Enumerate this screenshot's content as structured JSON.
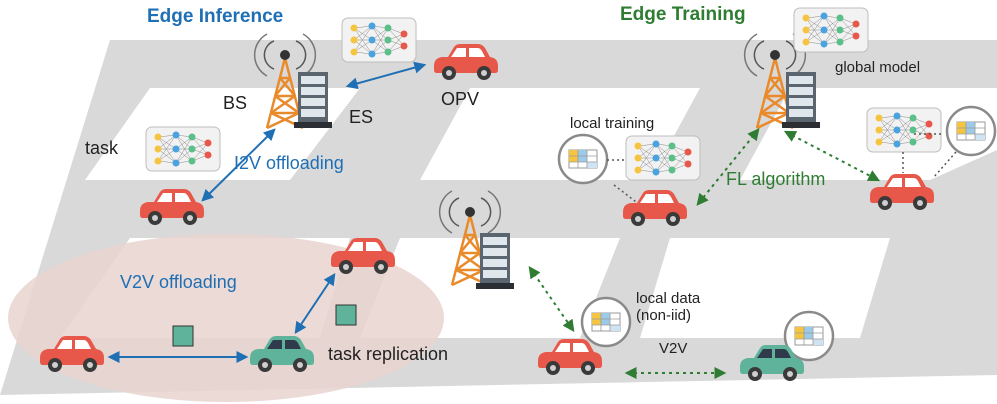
{
  "edge_inference": {
    "title": "Edge Inference",
    "labels": {
      "bs": "BS",
      "es": "ES",
      "opv": "OPV",
      "task": "task",
      "i2v_offloading": "I2V offloading",
      "v2v_offloading": "V2V offloading",
      "task_replication": "task replication"
    }
  },
  "edge_training": {
    "title": "Edge Training",
    "labels": {
      "global_model": "global model",
      "local_training": "local training",
      "fl_algorithm": "FL algorithm",
      "local_data": "local data",
      "non_iid": "(non-iid)",
      "v2v": "V2V"
    }
  },
  "colors": {
    "inference_accent": "#1f6fb5",
    "training_accent": "#2e7d32",
    "road": "#d9d9d9",
    "car_red": "#e8584a",
    "car_green": "#5fb39a",
    "tower": "#e98a2b",
    "cluster_fill": "#e7d3cf"
  },
  "icons": [
    "base-station-icon",
    "edge-server-icon",
    "neural-network-icon",
    "car-icon",
    "data-block-icon",
    "local-data-icon"
  ]
}
